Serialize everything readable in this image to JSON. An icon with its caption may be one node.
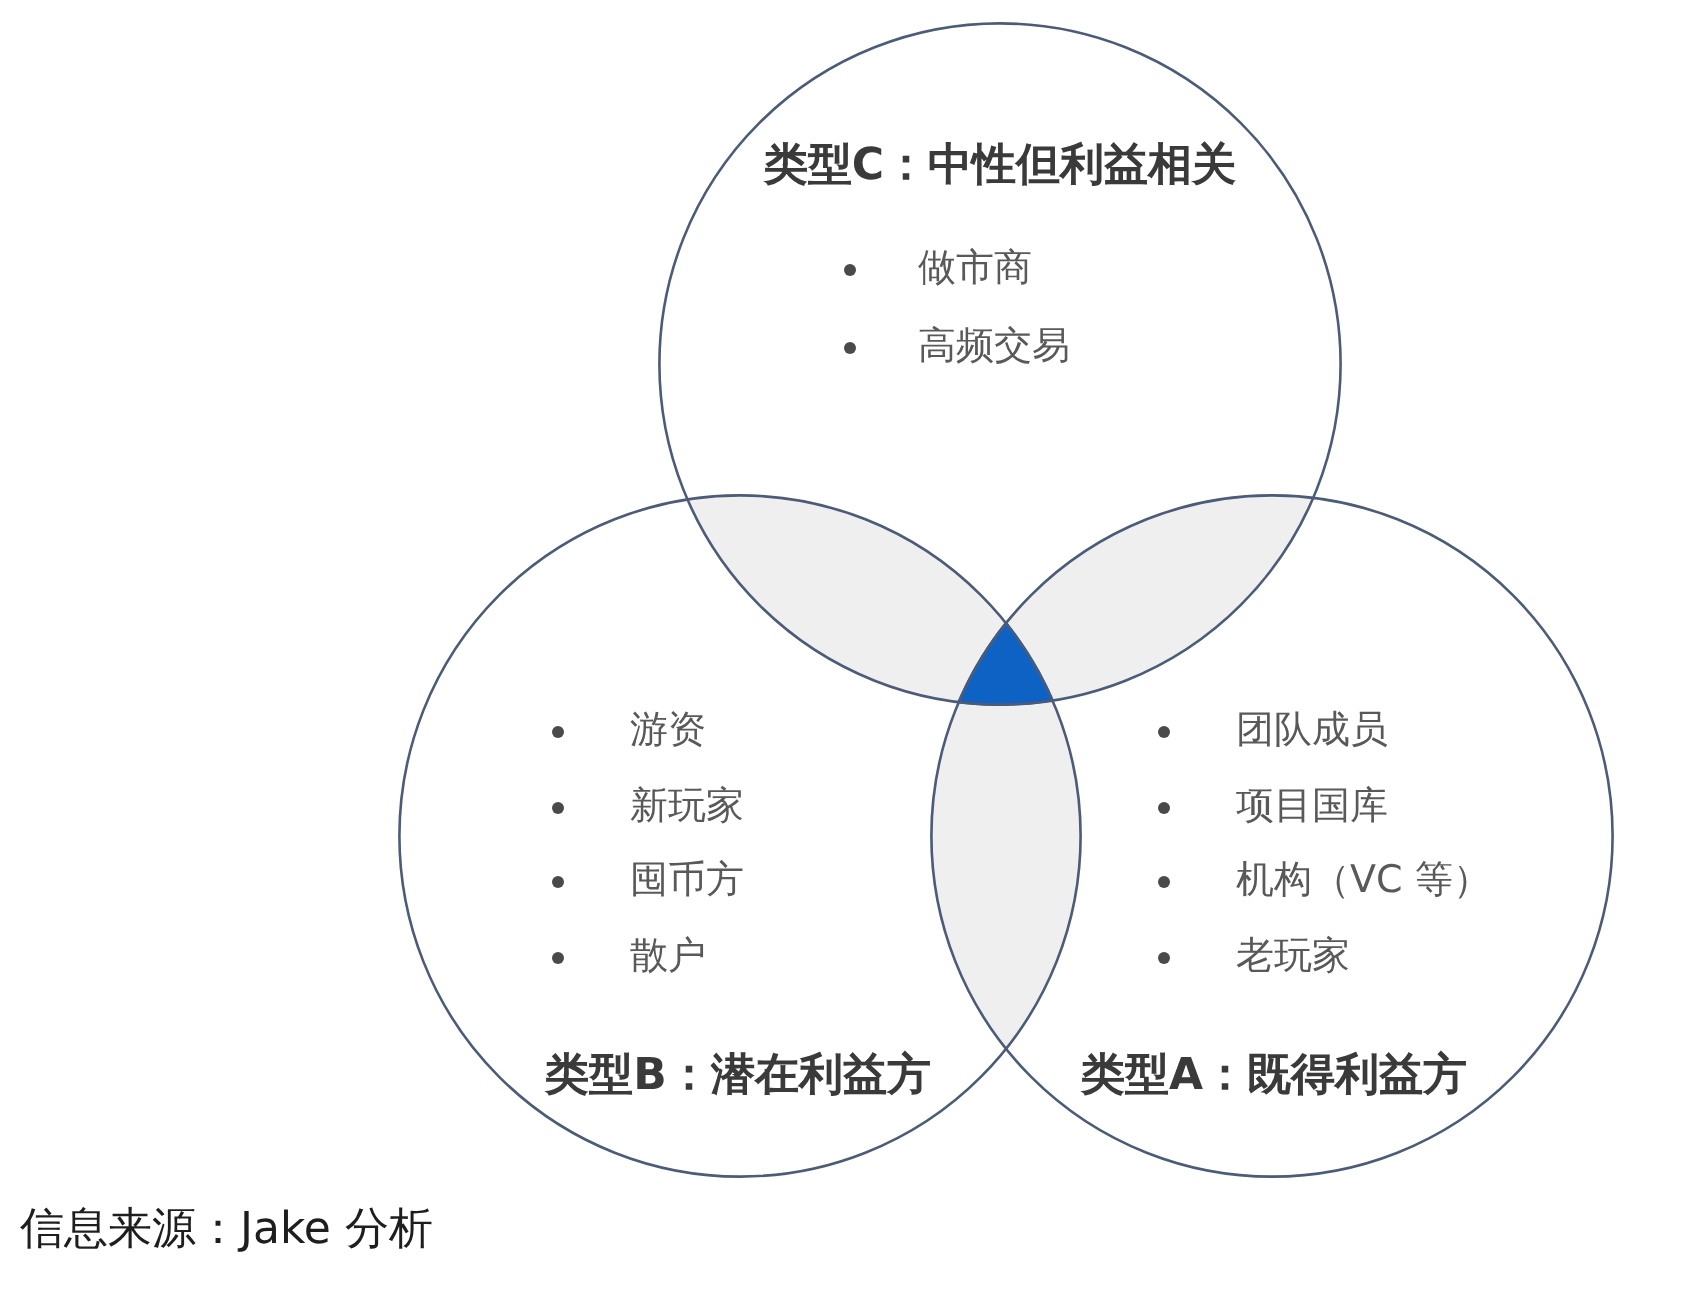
{
  "diagram": {
    "caption": "信息来源：Jake 分析",
    "nodes": [
      {
        "text": [
          "类型C：中性但利益相关",
          "做市商",
          "高频交易"
        ]
      },
      {
        "text": [
          "游资",
          "新玩家",
          "囤币方",
          "散户",
          "类型B：潜在利益方"
        ]
      },
      {
        "text": [
          "团队成员",
          "项目国库",
          "机构（VC 等）",
          "老玩家",
          "类型A：既得利益方"
        ]
      },
      {
        "text": [],
        "shape": "lens"
      },
      {
        "text": [],
        "shape": "lens"
      },
      {
        "text": [],
        "shape": "triangle"
      },
      {
        "text": [],
        "shape": "lens"
      }
    ]
  }
}
